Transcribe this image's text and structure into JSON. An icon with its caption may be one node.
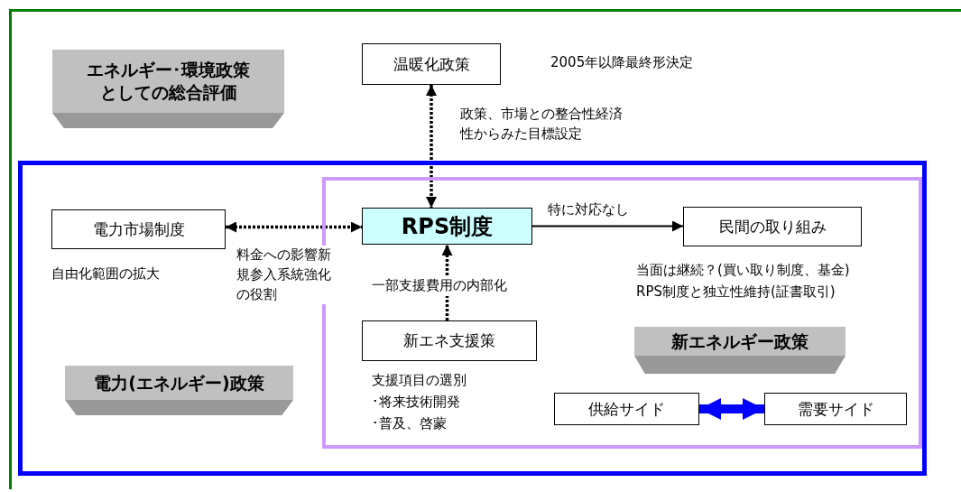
{
  "diagram": {
    "nodes": [
      {
        "text": [
          "エネルギー･環境政策としての総合評価"
        ]
      },
      {
        "text": [
          "温暖化政策"
        ],
        "in": 0,
        "beside": [
          "2005年以降最終形決定"
        ]
      },
      {
        "text": [
          "電力(エネルギー)政策"
        ],
        "in": 0
      },
      {
        "text": [
          "電力市場制度"
        ],
        "in": 2,
        "beside": [
          "自由化範囲の拡大"
        ]
      },
      {
        "text": [
          "新エネルギー政策"
        ],
        "in": 2
      },
      {
        "text": [
          "RPS制度"
        ],
        "in": 4
      },
      {
        "text": [
          "民間の取り組み"
        ],
        "in": 4,
        "beside": [
          "当面は継続？(買い取り制度、基金)",
          "RPS制度と独立性維持(証書取引)"
        ]
      },
      {
        "text": [
          "新エネ支援策"
        ],
        "in": 4,
        "beside": [
          "支援項目の選別",
          "･将来技術開発",
          "･普及、啓蒙"
        ]
      },
      {
        "text": [
          "供給サイド"
        ],
        "in": 4
      },
      {
        "text": [
          "需要サイド"
        ],
        "in": 4
      }
    ],
    "edges": [
      {
        "from": 1,
        "to": 5,
        "arrow": "both",
        "style": "dashed",
        "label": "政策、市場との整合性経済性からみた目標設定"
      },
      {
        "from": 3,
        "to": 5,
        "arrow": "both",
        "style": "dashed",
        "label": "料金への影響新規参入系統強化の役割"
      },
      {
        "from": 5,
        "to": 6,
        "arrow": "to",
        "label": "特に対応なし"
      },
      {
        "from": 7,
        "to": 5,
        "arrow": "to",
        "style": "dashed",
        "label": "一部支援費用の内部化"
      },
      {
        "from": 8,
        "to": 9,
        "arrow": "both",
        "style": "thick",
        "color": "#0000ff"
      }
    ]
  }
}
